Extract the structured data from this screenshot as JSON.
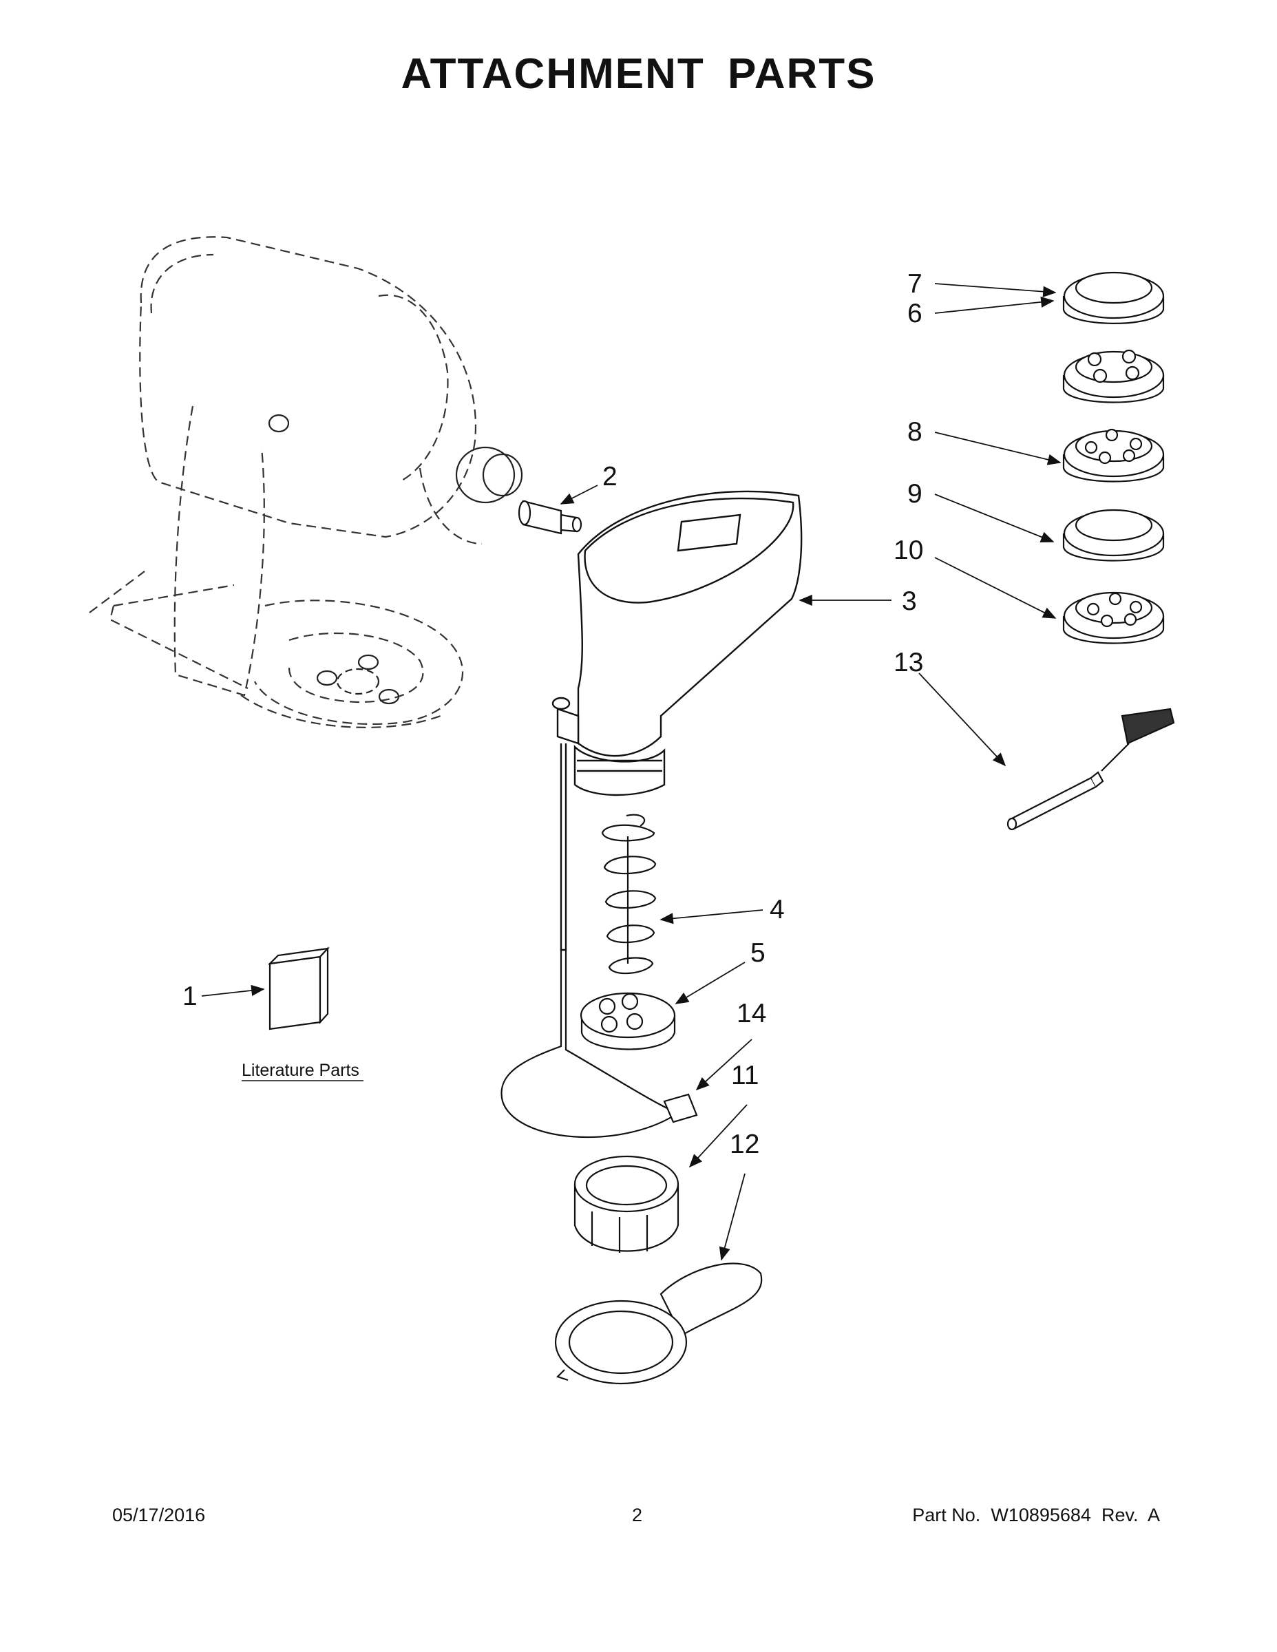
{
  "title": "ATTACHMENT PARTS",
  "callouts": [
    "1",
    "2",
    "3",
    "4",
    "5",
    "6",
    "7",
    "8",
    "9",
    "10",
    "11",
    "12",
    "13",
    "14"
  ],
  "literature_label": "Literature Parts",
  "footer": {
    "date": "05/17/2016",
    "page": "2",
    "part_label": "Part No.",
    "part_number": "W10895684",
    "revision": "Rev.  A"
  }
}
